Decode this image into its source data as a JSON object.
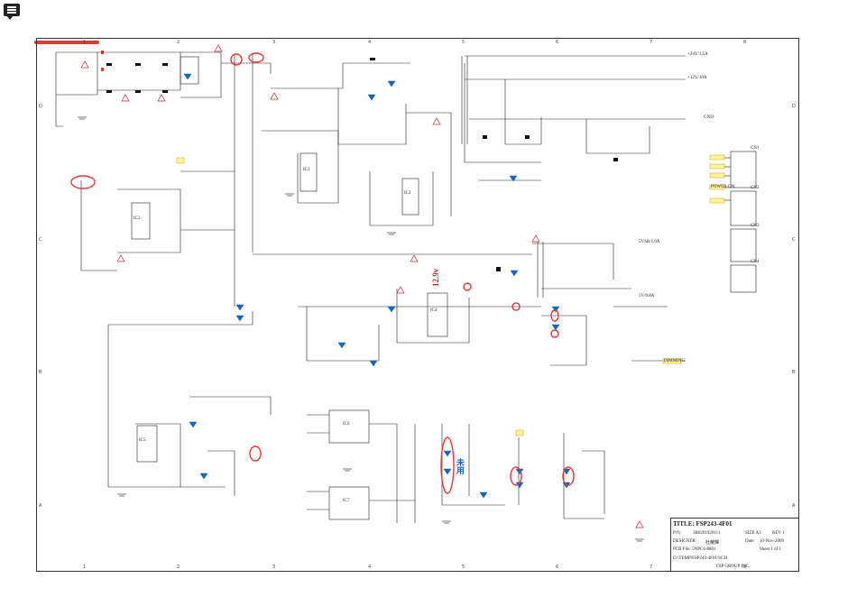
{
  "toolbar": {
    "comment_icon": "comment-icon"
  },
  "frame": {
    "columns": [
      "1",
      "2",
      "3",
      "4",
      "5",
      "6",
      "7",
      "8"
    ],
    "rows": [
      "D",
      "C",
      "B",
      "A"
    ]
  },
  "nets": {
    "out_24v": "+24V/1.5A",
    "out_12v": "+12V/10A",
    "gnd": "GND",
    "out_5vsb": "5VSB/1.0A",
    "out_5v": "5V/0.8A",
    "power_on": "POWER-ON",
    "dimming": "DIMMING"
  },
  "connectors": {
    "cn1": "CN1",
    "cn2": "CN2",
    "cn3": "CN3",
    "cn4": "CN4"
  },
  "ics": {
    "ic1": "IC1",
    "ic2": "IC2",
    "ic3": "IC3",
    "ic4": "IC4",
    "ic5": "IC5",
    "ic6": "IC6",
    "ic7": "IC7"
  },
  "annotations": {
    "voltage_129": "12.9v",
    "unused": "未用"
  },
  "title_block": {
    "title": "TITLE: FSP243-4F01",
    "pn_label": "P/N:",
    "pn_value": "3B0201920111",
    "designer_label": "DESIGNER:",
    "designer_value": "杜耀輝",
    "pcb_file": "PCB File: 5NPC6-8801",
    "date_label": "Date:",
    "date_value": "10-Nov-2009",
    "size_label": "SIZE A3",
    "rev_label": "REV 1",
    "sheet_label": "Sheet 1 of 1",
    "path": "D:\\TEMP\\FSP243-4F01\\SCH",
    "company": "FSP GROUP INC."
  }
}
